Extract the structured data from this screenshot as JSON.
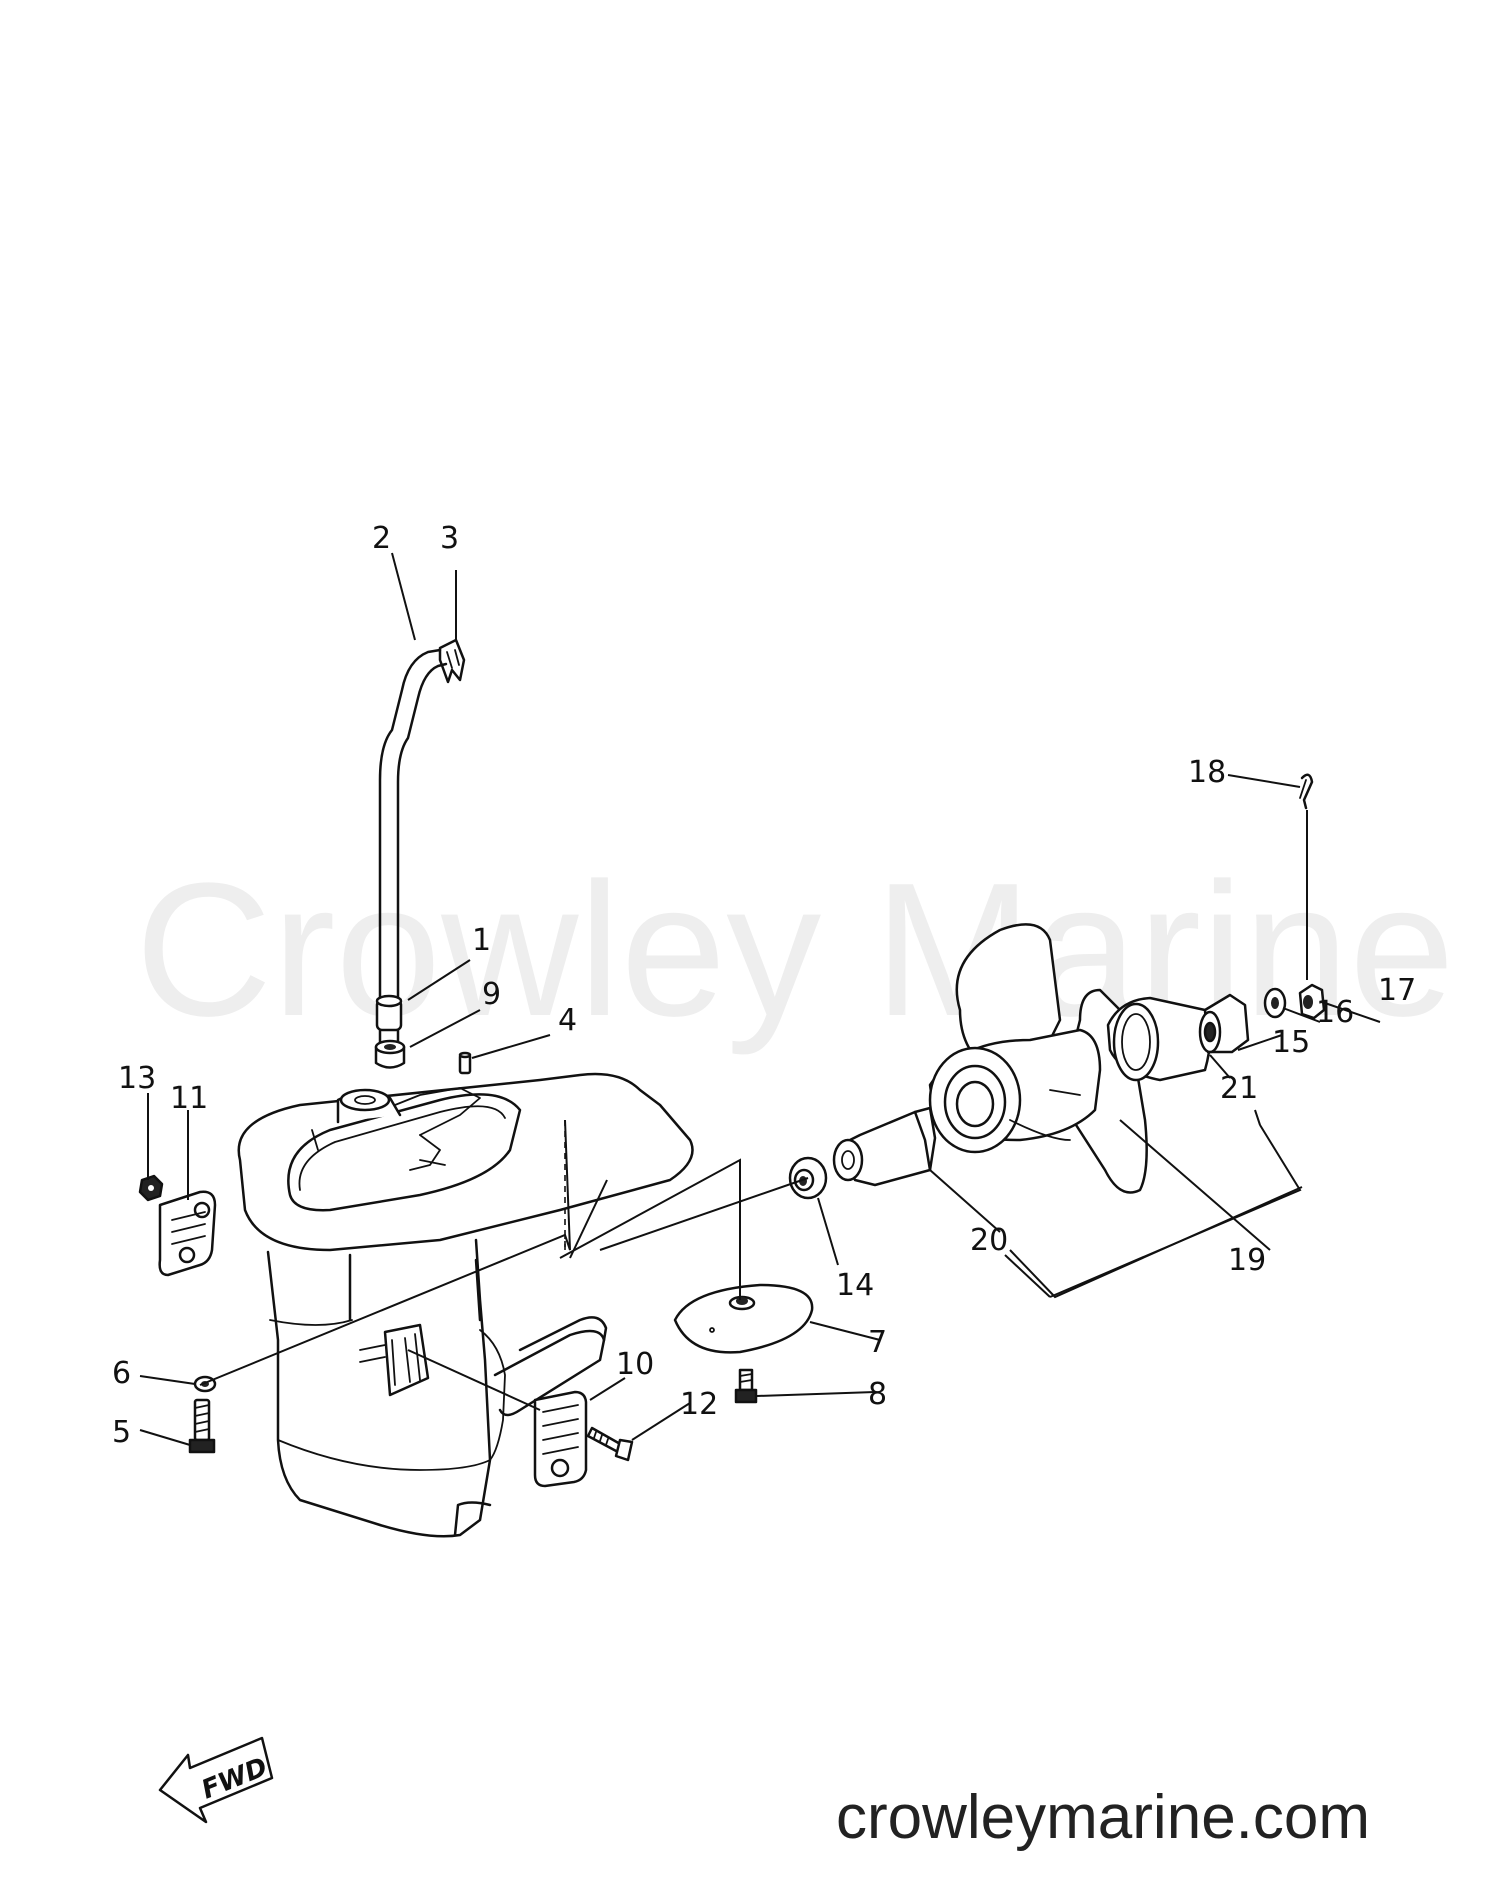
{
  "watermark": "Crowley Marine",
  "website": "crowleymarine.com",
  "direction_label": "FWD",
  "callouts": {
    "c1": "1",
    "c2": "2",
    "c3": "3",
    "c4": "4",
    "c5": "5",
    "c6": "6",
    "c7": "7",
    "c8": "8",
    "c9": "9",
    "c10": "10",
    "c11": "11",
    "c12": "12",
    "c13": "13",
    "c14": "14",
    "c15": "15",
    "c16": "16",
    "c17": "17",
    "c18": "18",
    "c19": "19",
    "c20": "20",
    "c21": "21"
  }
}
